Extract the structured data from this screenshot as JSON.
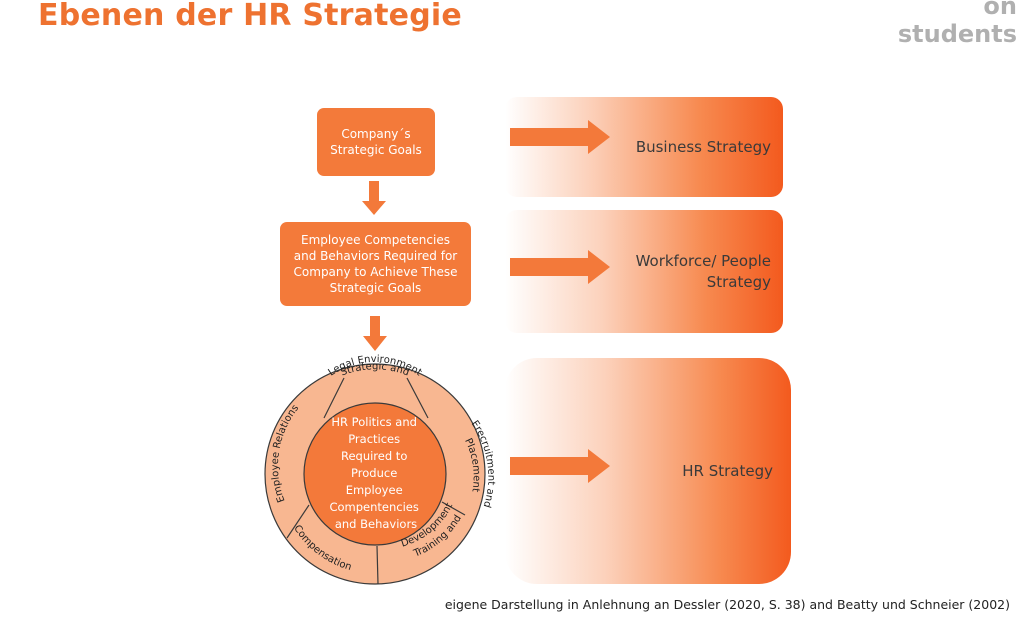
{
  "title": "Ebenen der HR Strategie",
  "brand": {
    "line1": "on",
    "line2": "students"
  },
  "goals_box": {
    "line1": "Company´s",
    "line2": "Strategic Goals"
  },
  "competencies_box": {
    "line1": "Employee Competencies",
    "line2": "and Behaviors Required for",
    "line3": "Company to Achieve These",
    "line4": "Strategic Goals"
  },
  "wheel": {
    "center": [
      "HR Politics and",
      "Practices",
      "Required to",
      "Produce",
      "Employee",
      "Compentencies",
      "and Behaviors"
    ],
    "segments": {
      "strategic": [
        "Strategic and",
        "Legal Environment"
      ],
      "recruitment": [
        "Erecruitment and",
        "Placement"
      ],
      "training": [
        "Training and",
        "Development"
      ],
      "compensation": [
        "Compensation"
      ],
      "relations": [
        "Employee Relations"
      ]
    }
  },
  "bands": {
    "business": "Business Strategy",
    "workforce_line1": "Workforce/ People",
    "workforce_line2": "Strategy",
    "hr": "HR Strategy"
  },
  "footer": "eigene Darstellung in Anlehnung an Dessler (2020, S. 38) and Beatty und Schneier (2002)",
  "colors": {
    "accent": "#f37a3a",
    "band_end": "#f3561a",
    "wheel_ring": "#f8b791",
    "wheel_core": "#f3793a",
    "title": "#ee7230"
  }
}
